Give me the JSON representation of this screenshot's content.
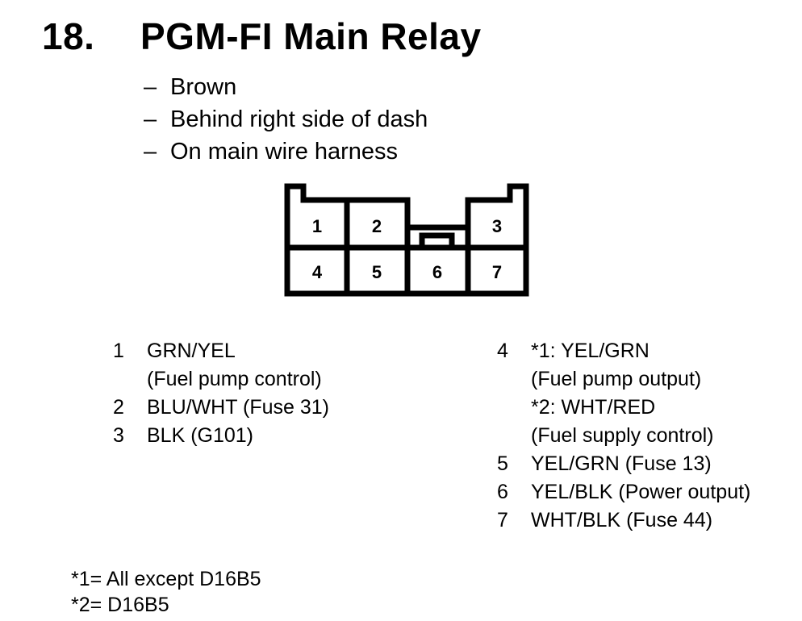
{
  "header": {
    "number": "18.",
    "title": "PGM-FI Main Relay"
  },
  "location": {
    "dash": "–",
    "lines": [
      "Brown",
      "Behind right side of dash",
      "On main wire harness"
    ]
  },
  "connector": {
    "pin_labels": [
      "1",
      "2",
      "3",
      "4",
      "5",
      "6",
      "7"
    ]
  },
  "pins_left": [
    {
      "num": "1",
      "lines": [
        "GRN/YEL",
        "(Fuel pump control)"
      ]
    },
    {
      "num": "2",
      "lines": [
        "BLU/WHT (Fuse 31)"
      ]
    },
    {
      "num": "3",
      "lines": [
        "BLK (G101)"
      ]
    }
  ],
  "pins_right": [
    {
      "num": "4",
      "lines": [
        "*1: YEL/GRN",
        "(Fuel pump output)",
        "*2: WHT/RED",
        "(Fuel supply control)"
      ]
    },
    {
      "num": "5",
      "lines": [
        "YEL/GRN (Fuse 13)"
      ]
    },
    {
      "num": "6",
      "lines": [
        "YEL/BLK (Power output)"
      ]
    },
    {
      "num": "7",
      "lines": [
        "WHT/BLK (Fuse 44)"
      ]
    }
  ],
  "notes": [
    "*1= All except D16B5",
    "*2= D16B5"
  ]
}
